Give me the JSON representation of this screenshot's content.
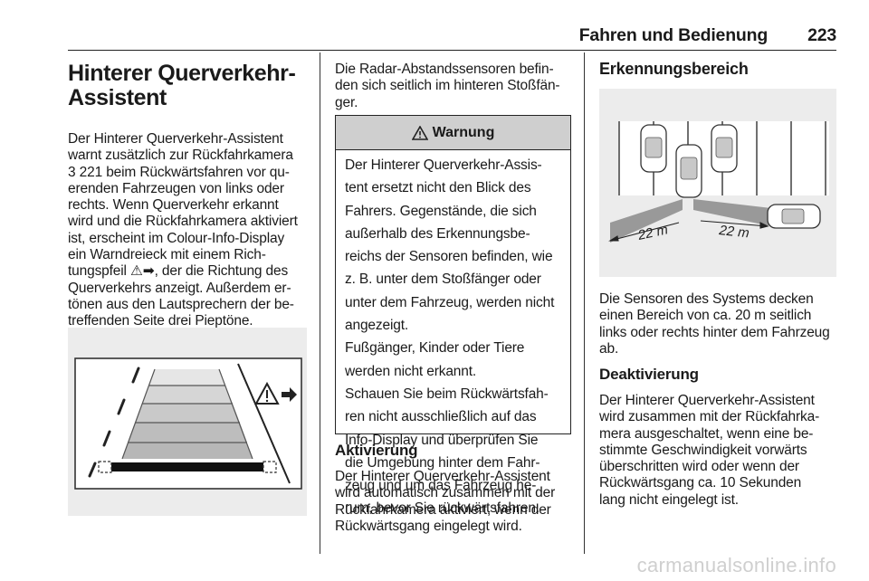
{
  "header": {
    "section_title": "Fahren und Bedienung",
    "page_number": "223"
  },
  "left_column": {
    "heading_line1": "Hinterer Querverkehr-",
    "heading_line2": "Assistent",
    "paragraph_lines": [
      "Der Hinterer Querverkehr-Assistent",
      "warnt zusätzlich zur Rückfahrkamera",
      "3 221 beim Rückwärtsfahren vor qu-",
      "erenden Fahrzeugen von links oder",
      "rechts. Wenn Querverkehr erkannt",
      "wird und die Rückfahrkamera aktiviert",
      "ist, erscheint im Colour-Info-Display",
      "ein Warndreieck mit einem Rich-",
      "tungspfeil ⚠➡, der die Richtung des",
      "Querverkehrs anzeigt. Außerdem er-",
      "tönen aus den Lautsprechern der be-",
      "treffenden Seite drei Pieptöne."
    ]
  },
  "middle_column": {
    "intro_lines": [
      "Die Radar-Abstandssensoren befin-",
      "den sich seitlich im hinteren Stoßfän-",
      "ger."
    ],
    "warning": {
      "title": "Warnung",
      "paragraphs": [
        [
          "Der Hinterer Querverkehr-Assis-",
          "tent ersetzt nicht den Blick des",
          "Fahrers. Gegenstände, die sich",
          "außerhalb des Erkennungsbe-",
          "reichs der Sensoren befinden, wie",
          "z. B. unter dem Stoßfänger oder",
          "unter dem Fahrzeug, werden nicht",
          "angezeigt."
        ],
        [
          "Fußgänger, Kinder oder Tiere",
          "werden nicht erkannt."
        ],
        [
          "Schauen Sie beim Rückwärtsfah-",
          "ren nicht ausschließlich auf das",
          "Info-Display und überprüfen Sie",
          "die Umgebung hinter dem Fahr-",
          "zeug und um das Fahrzeug he-",
          "rum, bevor Sie rückwärtsfahren."
        ]
      ]
    },
    "aktivierung_heading": "Aktivierung",
    "aktivierung_lines": [
      "Der Hinterer Querverkehr-Assistent",
      "wird automatisch zusammen mit der",
      "Rückfahrkamera aktiviert, wenn der",
      "Rückwärtsgang eingelegt wird."
    ]
  },
  "right_column": {
    "erkennung_heading": "Erkennungsbereich",
    "figure_labels": {
      "left_distance": "22 m",
      "right_distance": "22 m"
    },
    "erkennung_lines": [
      "Die Sensoren des Systems decken",
      "einen Bereich von ca. 20 m seitlich",
      "links oder rechts hinter dem Fahrzeug",
      "ab."
    ],
    "deaktivierung_heading": "Deaktivierung",
    "deaktivierung_lines": [
      "Der Hinterer Querverkehr-Assistent",
      "wird zusammen mit der Rückfahrka-",
      "mera ausgeschaltet, wenn eine be-",
      "stimmte Geschwindigkeit vorwärts",
      "überschritten wird oder wenn der",
      "Rückwärtsgang ca. 10 Sekunden",
      "lang nicht eingelegt ist."
    ]
  },
  "footer": {
    "watermark": "carmanualsonline.info"
  }
}
